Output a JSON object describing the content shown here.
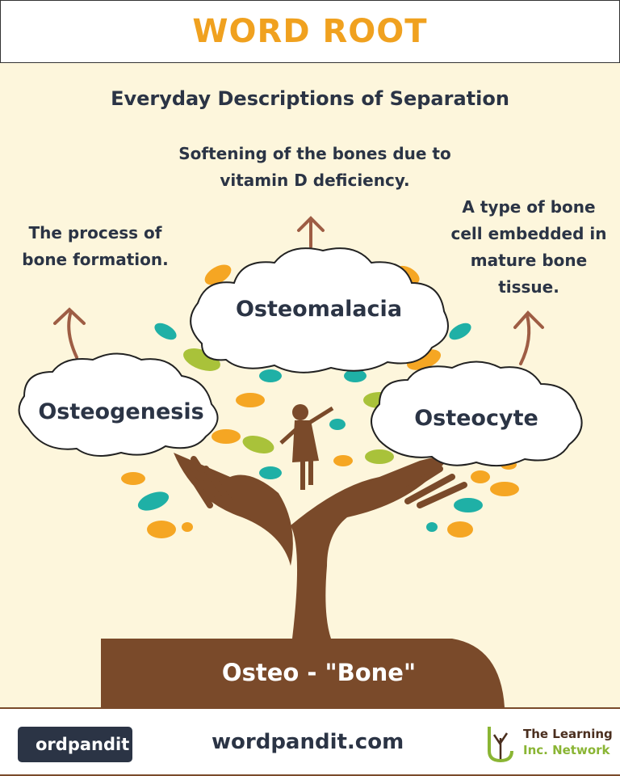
{
  "header": {
    "title": "WORD ROOT"
  },
  "subtitle": "Everyday Descriptions of Separation",
  "descriptions": {
    "osteomalacia": "Softening of the bones due to vitamin D deficiency.",
    "osteogenesis": "The process of bone formation.",
    "osteocyte": "A type of bone cell embedded in mature bone tissue."
  },
  "words": {
    "center": "Osteomalacia",
    "left": "Osteogenesis",
    "right": "Osteocyte"
  },
  "root": "Osteo - \"Bone\"",
  "footer": {
    "logo": "ordpandit",
    "site": "wordpandit.com",
    "network_line1": "The Learning",
    "network_line2": "Inc. Network"
  },
  "colors": {
    "title": "#f0a11f",
    "text": "#2b3445",
    "trunk": "#7a4a2a",
    "background": "#fdf6dc"
  }
}
